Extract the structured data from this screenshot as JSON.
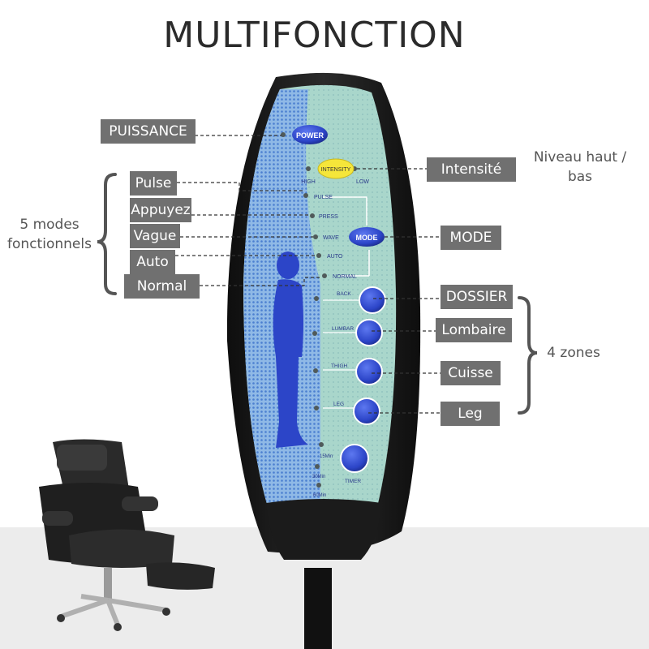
{
  "title": "MULTIFONCTION",
  "left_labels": {
    "power": "PUISSANCE",
    "modes": [
      "Pulse",
      "Appuyez",
      "Vague",
      "Auto",
      "Normal"
    ],
    "modes_group": "5 modes fonctionnels"
  },
  "right_labels": {
    "intensity": "Intensité",
    "intensity_note": "Niveau haut / bas",
    "mode": "MODE",
    "zones": [
      "DOSSIER",
      "Lombaire",
      "Cuisse",
      "Leg"
    ],
    "zones_group": "4 zones"
  },
  "remote": {
    "power_button": "POWER",
    "intensity_button": "INTENSITY",
    "high": "HIGH",
    "low": "LOW",
    "modes": [
      "PULSE",
      "PRESS",
      "WAVE",
      "AUTO",
      "NORMAL"
    ],
    "mode_button": "MODE",
    "zones": [
      "BACK",
      "LUMBAR",
      "THIGH",
      "LEG"
    ],
    "timer_options": [
      "15Min",
      "30Min",
      "60Min"
    ],
    "timer_button": "TIMER"
  },
  "colors": {
    "tag_background": "#707070",
    "remote_blue": "#2c45c8",
    "remote_panel": "#a9d6cb",
    "intensity_button": "#f5e63a"
  }
}
